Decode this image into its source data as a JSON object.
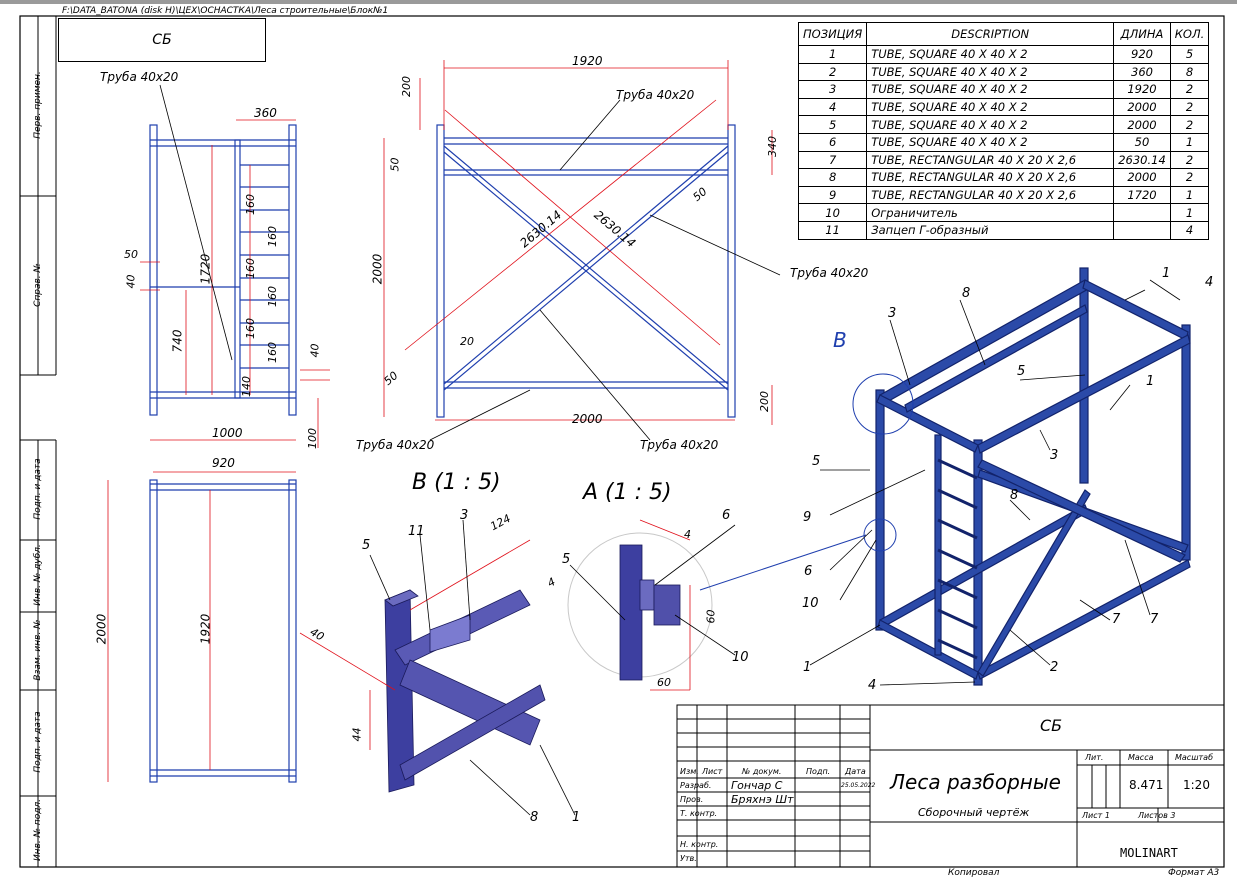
{
  "file_path": "F:\\DATA_BATONA (disk H)\\ЦЕХ\\ОСНАСТКА\\Леса строительные\\Блок№1",
  "top_stamp": "СБ",
  "left_strip": [
    "Перв. примен.",
    "Справ. №",
    "Подп. и дата",
    "Инв. № дубл.",
    "Взам. инв. №",
    "Подп. и дата",
    "Инв. № подл."
  ],
  "bom": {
    "headers": [
      "ПОЗИЦИЯ",
      "DESCRIPTION",
      "ДЛИНА",
      "КОЛ."
    ],
    "rows": [
      {
        "pos": "1",
        "desc": "TUBE, SQUARE 40 X 40 X 2",
        "len": "920",
        "qty": "5"
      },
      {
        "pos": "2",
        "desc": "TUBE, SQUARE 40 X 40 X 2",
        "len": "360",
        "qty": "8"
      },
      {
        "pos": "3",
        "desc": "TUBE, SQUARE 40 X 40 X 2",
        "len": "1920",
        "qty": "2"
      },
      {
        "pos": "4",
        "desc": "TUBE, SQUARE 40 X 40 X 2",
        "len": "2000",
        "qty": "2"
      },
      {
        "pos": "5",
        "desc": "TUBE, SQUARE 40 X 40 X 2",
        "len": "2000",
        "qty": "2"
      },
      {
        "pos": "6",
        "desc": "TUBE, SQUARE 40 X 40 X 2",
        "len": "50",
        "qty": "1"
      },
      {
        "pos": "7",
        "desc": "TUBE, RECTANGULAR 40 X 20 X 2,6",
        "len": "2630.14",
        "qty": "2"
      },
      {
        "pos": "8",
        "desc": "TUBE, RECTANGULAR 40 X 20 X 2,6",
        "len": "2000",
        "qty": "2"
      },
      {
        "pos": "9",
        "desc": "TUBE, RECTANGULAR 40 X 20 X 2,6",
        "len": "1720",
        "qty": "1"
      },
      {
        "pos": "10",
        "desc": "Ограничитель",
        "len": "",
        "qty": "1"
      },
      {
        "pos": "11",
        "desc": "Запцеп Г-образный",
        "len": "",
        "qty": "4"
      }
    ]
  },
  "side_view": {
    "label": "Труба 40х20",
    "dims": [
      "360",
      "50",
      "40",
      "1720",
      "740",
      "160",
      "160",
      "160",
      "160",
      "160",
      "160",
      "40",
      "140",
      "100",
      "1000"
    ]
  },
  "front_view": {
    "dims": [
      "1920",
      "200",
      "50",
      "2000",
      "2630.14",
      "2630.14",
      "340",
      "50",
      "20",
      "50",
      "2000",
      "200"
    ],
    "labels": [
      "Труба 40х20",
      "Труба 40х20",
      "Труба 40х20",
      "Труба 40х20"
    ]
  },
  "top_view": {
    "dims": [
      "920",
      "2000",
      "1920"
    ]
  },
  "detail_b": {
    "title": "B (1 : 5)",
    "dims": [
      "124",
      "4",
      "40",
      "44"
    ],
    "callouts": [
      "5",
      "11",
      "3",
      "8",
      "1"
    ]
  },
  "detail_a": {
    "title": "A (1 : 5)",
    "dims": [
      "4",
      "60",
      "60"
    ],
    "callouts": [
      "5",
      "6",
      "10"
    ]
  },
  "iso_view": {
    "view_letter": "B",
    "callouts": [
      "1",
      "4",
      "8",
      "3",
      "5",
      "1",
      "5",
      "3",
      "9",
      "8",
      "6",
      "10",
      "7",
      "7",
      "2",
      "1",
      "4"
    ]
  },
  "title_block": {
    "code": "СБ",
    "title": "Леса разборные",
    "subtitle": "Сборочный чертёж",
    "header_cols": [
      "Изм.",
      "Лист",
      "№ докум.",
      "Подп.",
      "Дата"
    ],
    "roles": [
      {
        "role": "Разраб.",
        "name": "Гончар С",
        "date": "25.05.2022"
      },
      {
        "role": "Пров.",
        "name": "Бряхнэ Шт",
        "date": ""
      },
      {
        "role": "Т. контр.",
        "name": "",
        "date": ""
      },
      {
        "role": "Н. контр.",
        "name": "",
        "date": ""
      },
      {
        "role": "Утв.",
        "name": "",
        "date": ""
      }
    ],
    "lit_label": "Лит.",
    "mass_label": "Масса",
    "scale_label": "Масштаб",
    "mass": "8.471",
    "scale": "1:20",
    "sheet": "Лист 1",
    "sheets": "Листов 3",
    "company": "MOLINART"
  },
  "footer": {
    "copied": "Копировал",
    "format": "Формат А3"
  },
  "colors": {
    "frame": "#1f3fae",
    "dim": "#e0101a",
    "iso_fill": "#2b4aa8",
    "ink": "#000000"
  }
}
